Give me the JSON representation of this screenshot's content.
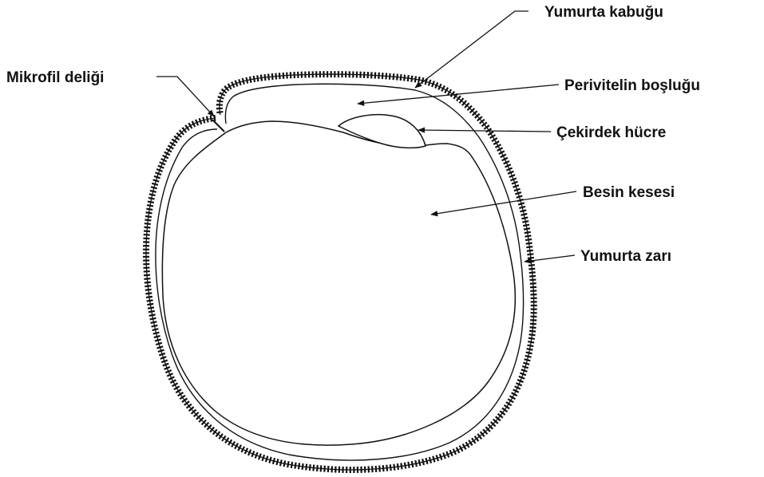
{
  "colors": {
    "ink": "#111111",
    "background": "#ffffff"
  },
  "labels": {
    "egg_shell": "Yumurta kabuğu",
    "micropyle": "Mikrofil deliği",
    "perivitelline_space": "Perivitelin boşluğu",
    "germinal_disc": "Çekirdek hücre",
    "yolk_sac": "Besin kesesi",
    "egg_membrane": "Yumurta zarı"
  }
}
